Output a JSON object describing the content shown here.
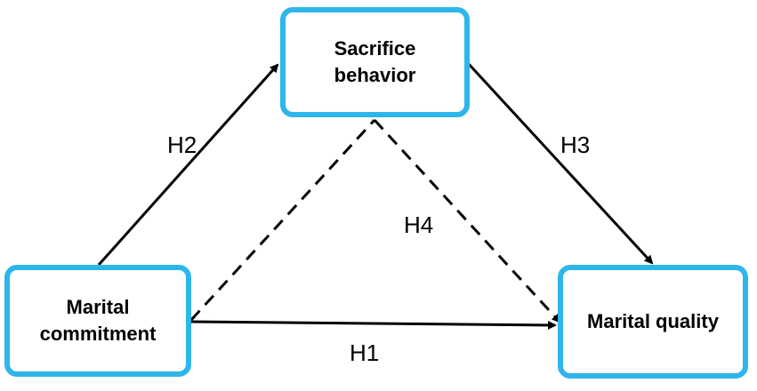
{
  "nodes": {
    "sacrifice_behavior": "Sacrifice\nbehavior",
    "marital_commitment": "Marital\ncommitment",
    "marital_quality": "Marital quality"
  },
  "hypotheses": {
    "h1": "H1",
    "h2": "H2",
    "h3": "H3",
    "h4": "H4"
  },
  "colors": {
    "node_border": "#2eb6ea",
    "arrow": "#000000"
  }
}
